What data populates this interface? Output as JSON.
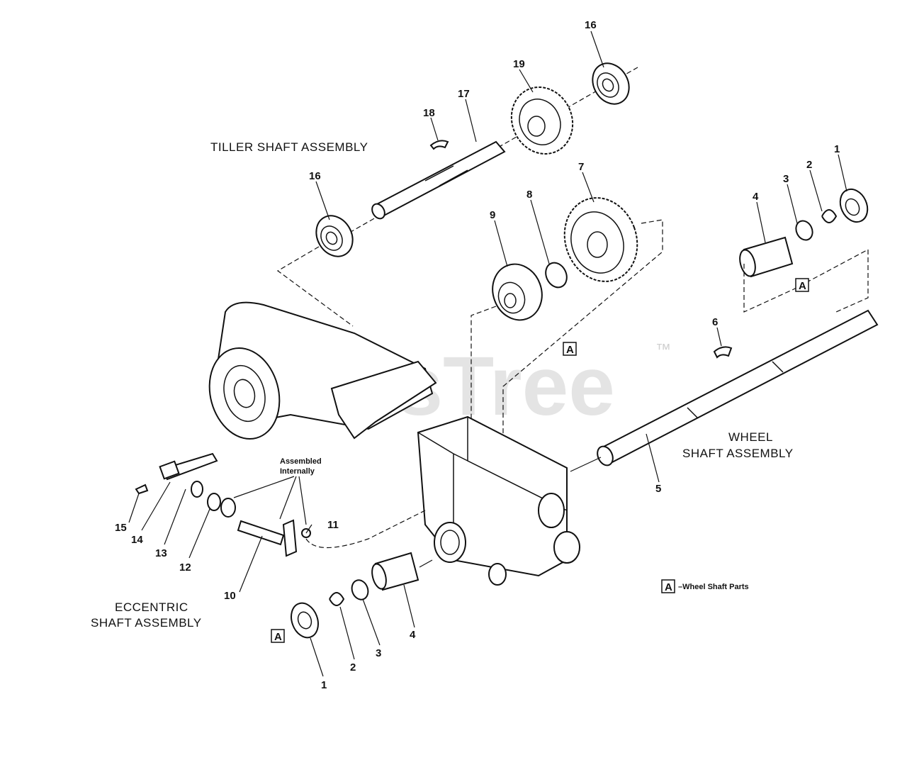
{
  "watermark": {
    "text": "PartsTree",
    "trademark": "™"
  },
  "assemblies": {
    "tiller": "TILLER SHAFT ASSEMBLY",
    "wheel_line1": "WHEEL",
    "wheel_line2": "SHAFT ASSEMBLY",
    "eccentric_line1": "ECCENTRIC",
    "eccentric_line2": "SHAFT ASSEMBLY"
  },
  "note": {
    "line1": "Assembled",
    "line2": "Internally"
  },
  "legend": {
    "key": "A",
    "text": "–Wheel Shaft Parts"
  },
  "part_labels": {
    "p16a": "16",
    "p19": "19",
    "p17": "17",
    "p18": "18",
    "p16b": "16",
    "p7": "7",
    "p8": "8",
    "p9": "9",
    "p1a": "1",
    "p2a": "2",
    "p3a": "3",
    "p4a": "4",
    "p6": "6",
    "p5": "5",
    "p11": "11",
    "p10": "10",
    "p12": "12",
    "p13": "13",
    "p14": "14",
    "p15": "15",
    "p4b": "4",
    "p3b": "3",
    "p2b": "2",
    "p1b": "1"
  },
  "callouts": {
    "a1": "A",
    "a2": "A",
    "a3": "A"
  }
}
